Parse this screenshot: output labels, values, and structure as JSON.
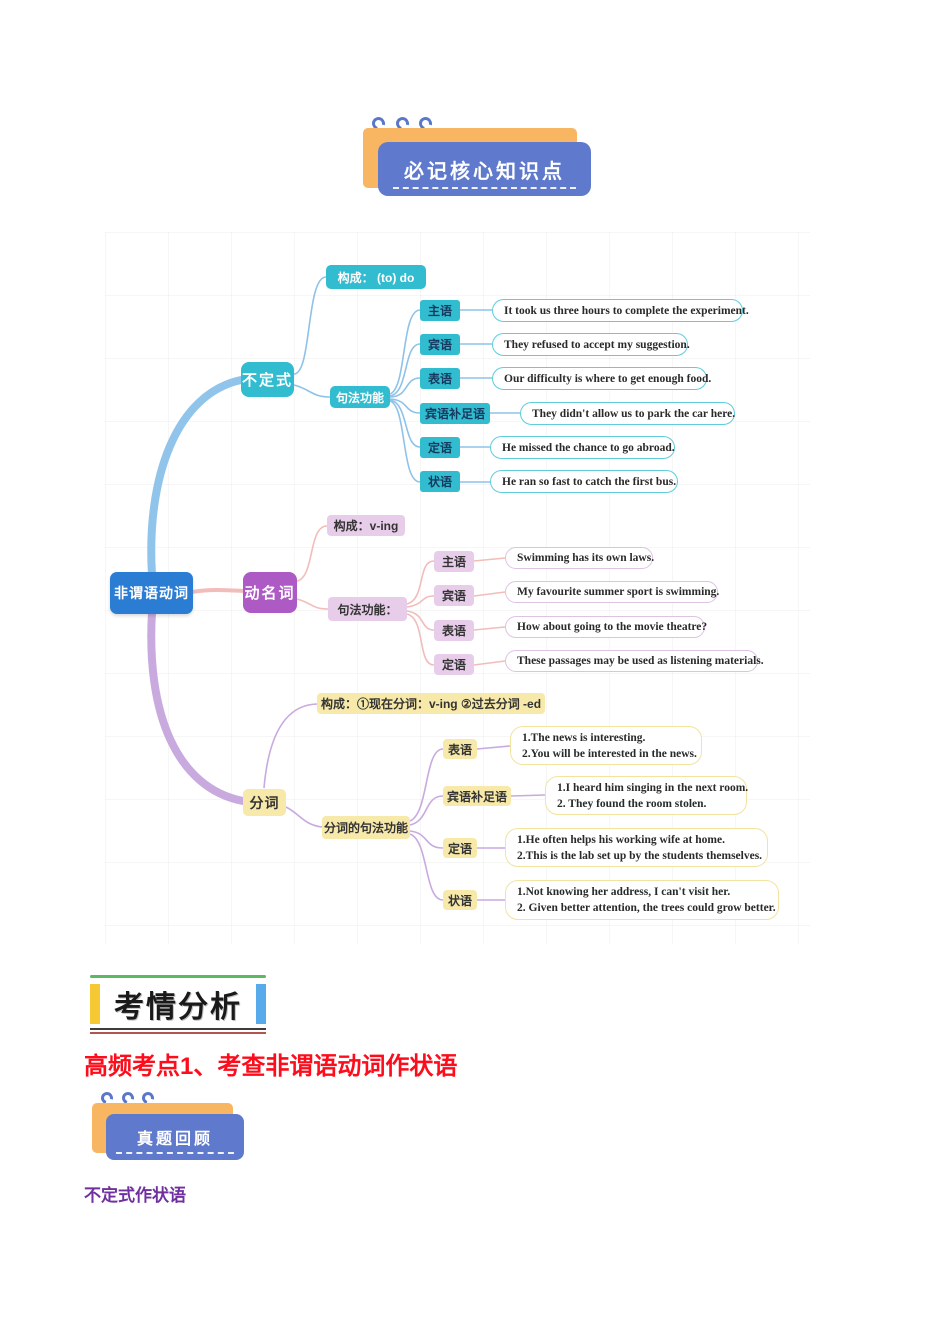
{
  "badge_top": {
    "label": "必记核心知识点"
  },
  "mindmap": {
    "root": "非谓语动词",
    "infinitive": {
      "node": "不定式",
      "composition": "构成： (to) do",
      "function_header": "句法功能",
      "functions": [
        {
          "label": "主语",
          "example": "It took us three hours to complete the experiment."
        },
        {
          "label": "宾语",
          "example": "They refused to accept my suggestion."
        },
        {
          "label": "表语",
          "example": "Our difficulty is where to get enough food."
        },
        {
          "label": "宾语补足语",
          "example": "They didn't allow us to park the car here."
        },
        {
          "label": "定语",
          "example": "He missed the chance to go abroad."
        },
        {
          "label": "状语",
          "example": "He ran so fast to catch the first bus."
        }
      ]
    },
    "gerund": {
      "node": "动名词",
      "composition": "构成：v-ing",
      "function_header": "句法功能：",
      "functions": [
        {
          "label": "主语",
          "example": "Swimming has its own laws."
        },
        {
          "label": "宾语",
          "example": "My favourite summer sport is swimming."
        },
        {
          "label": "表语",
          "example": "How about going to the movie theatre?"
        },
        {
          "label": "定语",
          "example": "These passages may be used as listening materials."
        }
      ]
    },
    "participle": {
      "node": "分词",
      "composition": "构成：①现在分词：v-ing ②过去分词 -ed",
      "function_header": "分词的句法功能",
      "functions": [
        {
          "label": "表语",
          "line1": "1.The news is interesting.",
          "line2": "2.You will be interested in the news."
        },
        {
          "label": "宾语补足语",
          "line1": "1.I heard him singing in the next room.",
          "line2": "2. They found the room stolen."
        },
        {
          "label": "定语",
          "line1": "1.He often helps his working wife at home.",
          "line2": "2.This is the lab set up by the students themselves."
        },
        {
          "label": "状语",
          "line1": "1.Not knowing her address, I can't visit her.",
          "line2": "2. Given better attention, the trees could grow better."
        }
      ]
    }
  },
  "section_header": {
    "title": "考情分析"
  },
  "hot_topic": {
    "title": "高频考点1、考查非谓语动词作状语"
  },
  "badge_review": {
    "label": "真题回顾"
  },
  "subheading": {
    "title": "不定式作状语"
  },
  "colors": {
    "badge_blue": "#5f7acc",
    "badge_orange": "#f9b662",
    "root_blue": "#2b7cd3",
    "infinitive_cyan": "#32bccf",
    "gerund_purple": "#ad5ac4",
    "gerund_light": "#e8cdeb",
    "participle_yellow": "#f7e9a9",
    "branch_blue": "#90c4ea",
    "branch_pink": "#f2bcba",
    "branch_purple": "#c9aade",
    "header_yellow": "#f6c934",
    "header_blue": "#57abeb",
    "header_green": "#5cb961",
    "hot_red": "#fd0d1b",
    "sub_purple": "#7030a0"
  }
}
